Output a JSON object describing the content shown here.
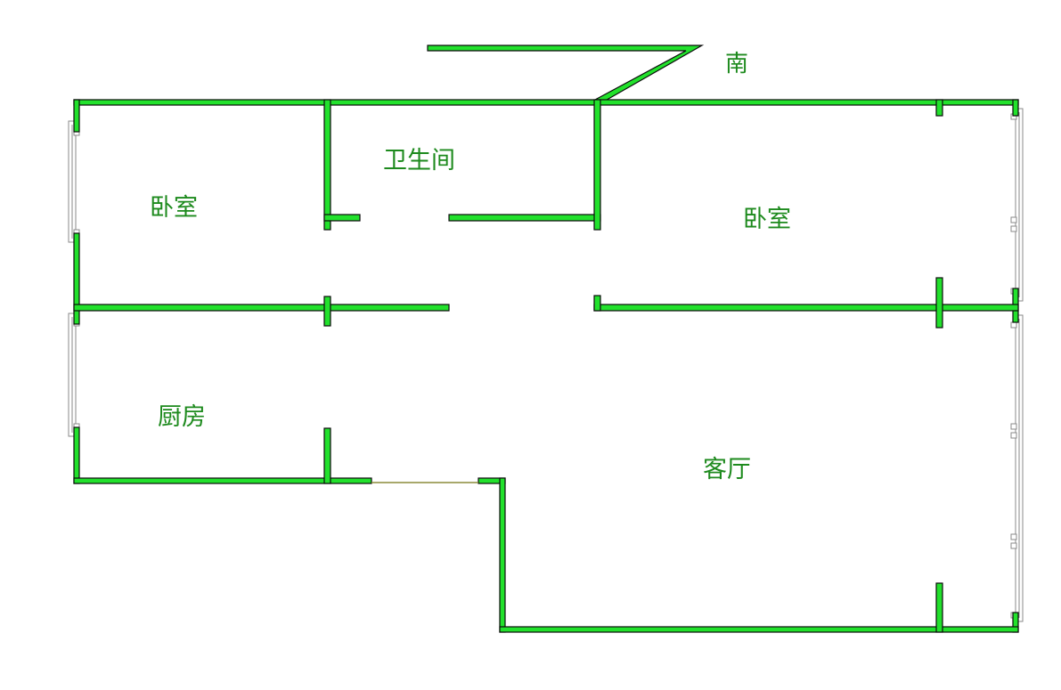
{
  "plan": {
    "compass": {
      "label": "南",
      "wall_color": "#22e12c",
      "text_color": "#1d8a1d"
    },
    "rooms": {
      "bedroom_left": "卧室",
      "bathroom": "卫生间",
      "bedroom_right": "卧室",
      "kitchen": "厨房",
      "living_room": "客厅"
    }
  }
}
